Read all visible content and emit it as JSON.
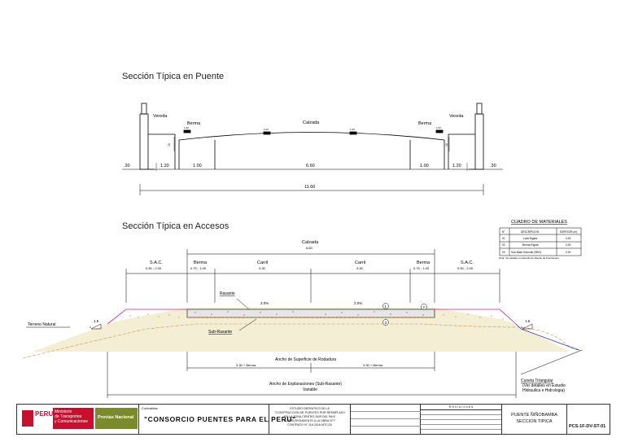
{
  "titles": {
    "bridge": "Sección Típica en Puente",
    "access": "Sección Típica en Accesos"
  },
  "bridge": {
    "vereda_left": "Vereda",
    "vereda_right": "Vereda",
    "berma_left": "Berma",
    "berma_right": "Berma",
    "calzada": "Calzada",
    "slope_1": "1.00",
    "slope_2": "1.00",
    "slope_3": "1.00",
    "slope_4": "1.00",
    "dims": {
      "left_30": ".30",
      "d120a": "1.20",
      "d100a": "1.00",
      "d660": "6.60",
      "d100b": "1.00",
      "d120b": "1.20",
      "right_30": ".30",
      "total": "11.60"
    },
    "curb_left": "15",
    "curb_right": "15"
  },
  "materials": {
    "title": "CUADRO DE MATERIALES",
    "headers": [
      "N°",
      "DESCRIPCION",
      "ESPESOR (m)"
    ],
    "rows": [
      [
        "01",
        "Losa Rígida",
        "0.25"
      ],
      [
        "02",
        "Berma Rígida",
        "0.25"
      ],
      [
        "03",
        "Sub-Base Granular (SBG)",
        "0.15"
      ]
    ],
    "note": "Nota: Ver detalles en Estudio de Diseño de Pavimentos"
  },
  "access": {
    "calzada": "Calzada",
    "calzada_w": "6.60",
    "sac_left": "S.A.C.",
    "sac_left_w": "0.50 - 2.00",
    "berma_left": "Berma",
    "berma_left_w": "0.75 - 1.00",
    "carril_left": "Carril",
    "carril_left_w": "3.30",
    "carril_right": "Carril",
    "carril_right_w": "3.30",
    "berma_right": "Berma",
    "berma_right_w": "0.75 - 1.00",
    "sac_right": "S.A.C.",
    "sac_right_w": "0.50 - 2.00",
    "rasante": "Rasante",
    "sub_rasante": "Sub-Rasante",
    "slope_left": "2.0%",
    "slope_right": "2.0%",
    "terreno": "Terreno Natural",
    "talud_left": "1.5",
    "talud_left_v": "1",
    "talud_right": "1.5",
    "talud_right_v": "1",
    "ancho_rodadura": "Ancho de Superficie de Rodadura",
    "berma_sum_left": "3.30 + Berma",
    "berma_sum_right": "3.30 + Berma",
    "ancho_explanaciones": "Ancho de Explanaciones (Sub-Rasante)",
    "variable": "Variable",
    "cuneta": "Cuneta Triangular",
    "cuneta_note": "(Ver detalles en Estudio",
    "cuneta_note2": "Hidraulica e Hidrologia)",
    "callout_1": "1",
    "callout_2": "2",
    "callout_3": "3"
  },
  "titleblock": {
    "peru": "PERU",
    "ministry_1": "Ministerio",
    "ministry_2": "de Transportes",
    "ministry_3": "y Comunicaciones",
    "provias": "Provias Nacional",
    "contratista_label": "Contratista:",
    "contractor": "\"CONSORCIO PUENTES PARA EL PERU\"",
    "study_1": "ESTUDIO DEFINITIVO DE LA",
    "study_2": "\"CONSTRUCCION DE PUENTES POR REEMPLAZO",
    "study_3": "EN LA ZONA CENTRO-SUR DEL PAIS",
    "study_4": "CORRESPONDIENTE A LA OBRA N°7\"",
    "study_5": "CONTRATO N° 116-2016-MTC/20",
    "revisiones": "R e v i s i o n e s",
    "project_1": "PUENTE  ÑIÑOBAMBA",
    "project_2": "SECCION TIPICA",
    "code": "PCS-1F-DV-ST-01"
  }
}
